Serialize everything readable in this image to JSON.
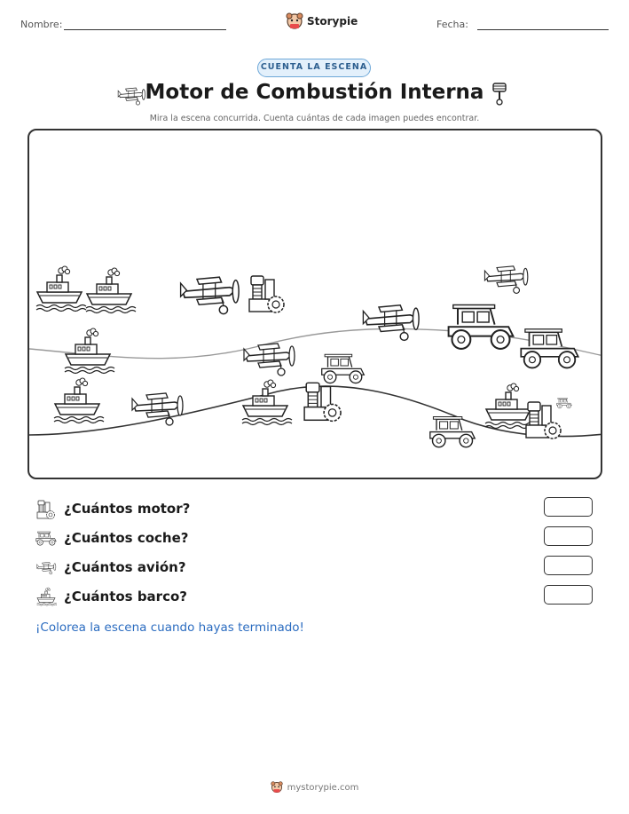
{
  "header": {
    "name_label": "Nombre:",
    "date_label": "Fecha:",
    "brand": "Storypie"
  },
  "badge": "CUENTA LA ESCENA",
  "title": "Motor de Combustión Interna",
  "subtitle": "Mira la escena concurrida. Cuenta cuántas de cada imagen puedes encontrar.",
  "scene": {
    "items": [
      {
        "kind": "boat"
      },
      {
        "kind": "boat"
      },
      {
        "kind": "boat"
      },
      {
        "kind": "boat"
      },
      {
        "kind": "boat"
      },
      {
        "kind": "boat"
      },
      {
        "kind": "plane"
      },
      {
        "kind": "plane"
      },
      {
        "kind": "plane"
      },
      {
        "kind": "plane"
      },
      {
        "kind": "plane"
      },
      {
        "kind": "engine"
      },
      {
        "kind": "engine"
      },
      {
        "kind": "engine"
      },
      {
        "kind": "car"
      },
      {
        "kind": "car"
      },
      {
        "kind": "car"
      },
      {
        "kind": "car"
      },
      {
        "kind": "car"
      }
    ]
  },
  "questions": [
    {
      "icon": "engine-icon",
      "text": "¿Cuántos motor?"
    },
    {
      "icon": "car-icon",
      "text": "¿Cuántos coche?"
    },
    {
      "icon": "plane-icon",
      "text": "¿Cuántos avión?"
    },
    {
      "icon": "boat-icon",
      "text": "¿Cuántos barco?"
    }
  ],
  "color_note": "¡Colorea la escena cuando hayas terminado!",
  "footer": "mystorypie.com"
}
